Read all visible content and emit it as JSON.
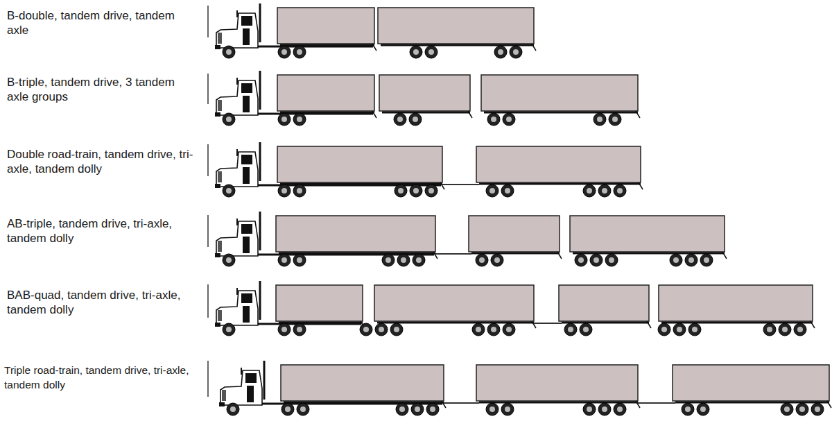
{
  "diagram": {
    "labels": [
      "B-double, tandem drive, tandem axle",
      "B-triple, tandem drive, 3 tandem axle groups",
      "Double road-train, tandem drive, tri-axle, tandem dolly",
      "AB-triple, tandem drive, tri-axle, tandem dolly",
      "BAB-quad, tandem drive, tri-axle, tandem dolly",
      "Triple road-train, tandem drive, tri-axle, tandem dolly"
    ]
  }
}
